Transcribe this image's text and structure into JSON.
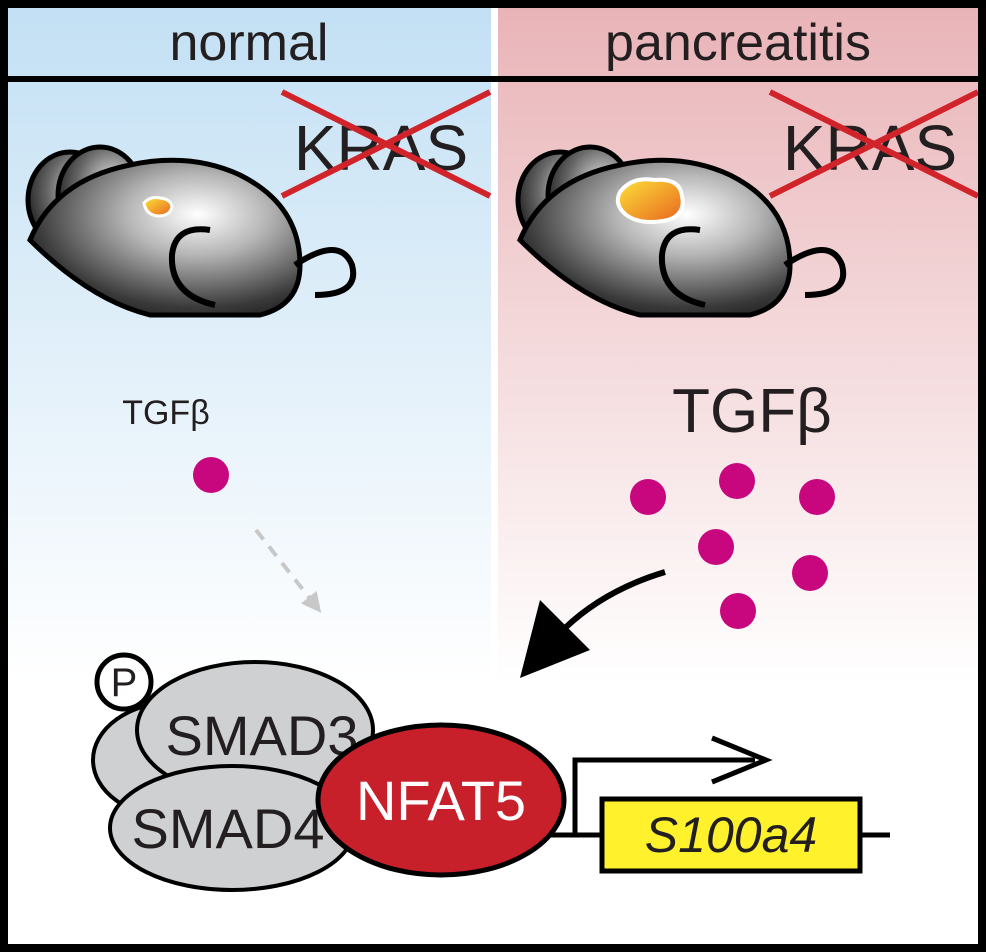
{
  "panels": {
    "left": {
      "title": "normal",
      "color_top": "#c3e0f4",
      "color_bottom": "#ffffff"
    },
    "right": {
      "title": "pancreatitis",
      "color_top": "#e9b4b8",
      "color_bottom": "#ffffff"
    }
  },
  "kras_label": "KRAS",
  "tgfb_label": "TGFβ",
  "tgfb_dot_color": "#c8067e",
  "phospho_label": "P",
  "proteins": {
    "smad3": "SMAD3",
    "smad4": "SMAD4",
    "nfat5": "NFAT5",
    "smad_color": "#cfd0d2",
    "nfat5_color": "#c8202b"
  },
  "gene": {
    "name": "S100a4",
    "box_color": "#fff22d"
  },
  "cross_color": "#d1232a"
}
